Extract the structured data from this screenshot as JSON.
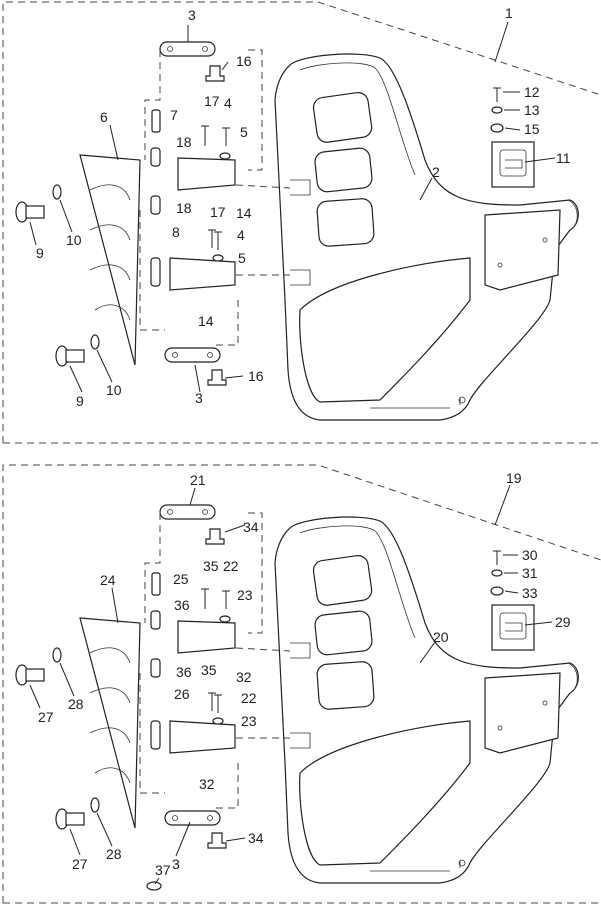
{
  "top_callouts": [
    "3",
    "1",
    "16",
    "17",
    "4",
    "7",
    "12",
    "13",
    "15",
    "6",
    "18",
    "5",
    "11",
    "2",
    "18",
    "14",
    "9",
    "10",
    "8",
    "17",
    "4",
    "5",
    "14",
    "9",
    "10",
    "3",
    "16"
  ],
  "bottom_callouts": [
    "21",
    "19",
    "34",
    "35",
    "22",
    "25",
    "23",
    "30",
    "31",
    "33",
    "24",
    "36",
    "29",
    "20",
    "32",
    "27",
    "28",
    "36",
    "26",
    "35",
    "22",
    "23",
    "32",
    "27",
    "28",
    "3",
    "34",
    "37"
  ]
}
